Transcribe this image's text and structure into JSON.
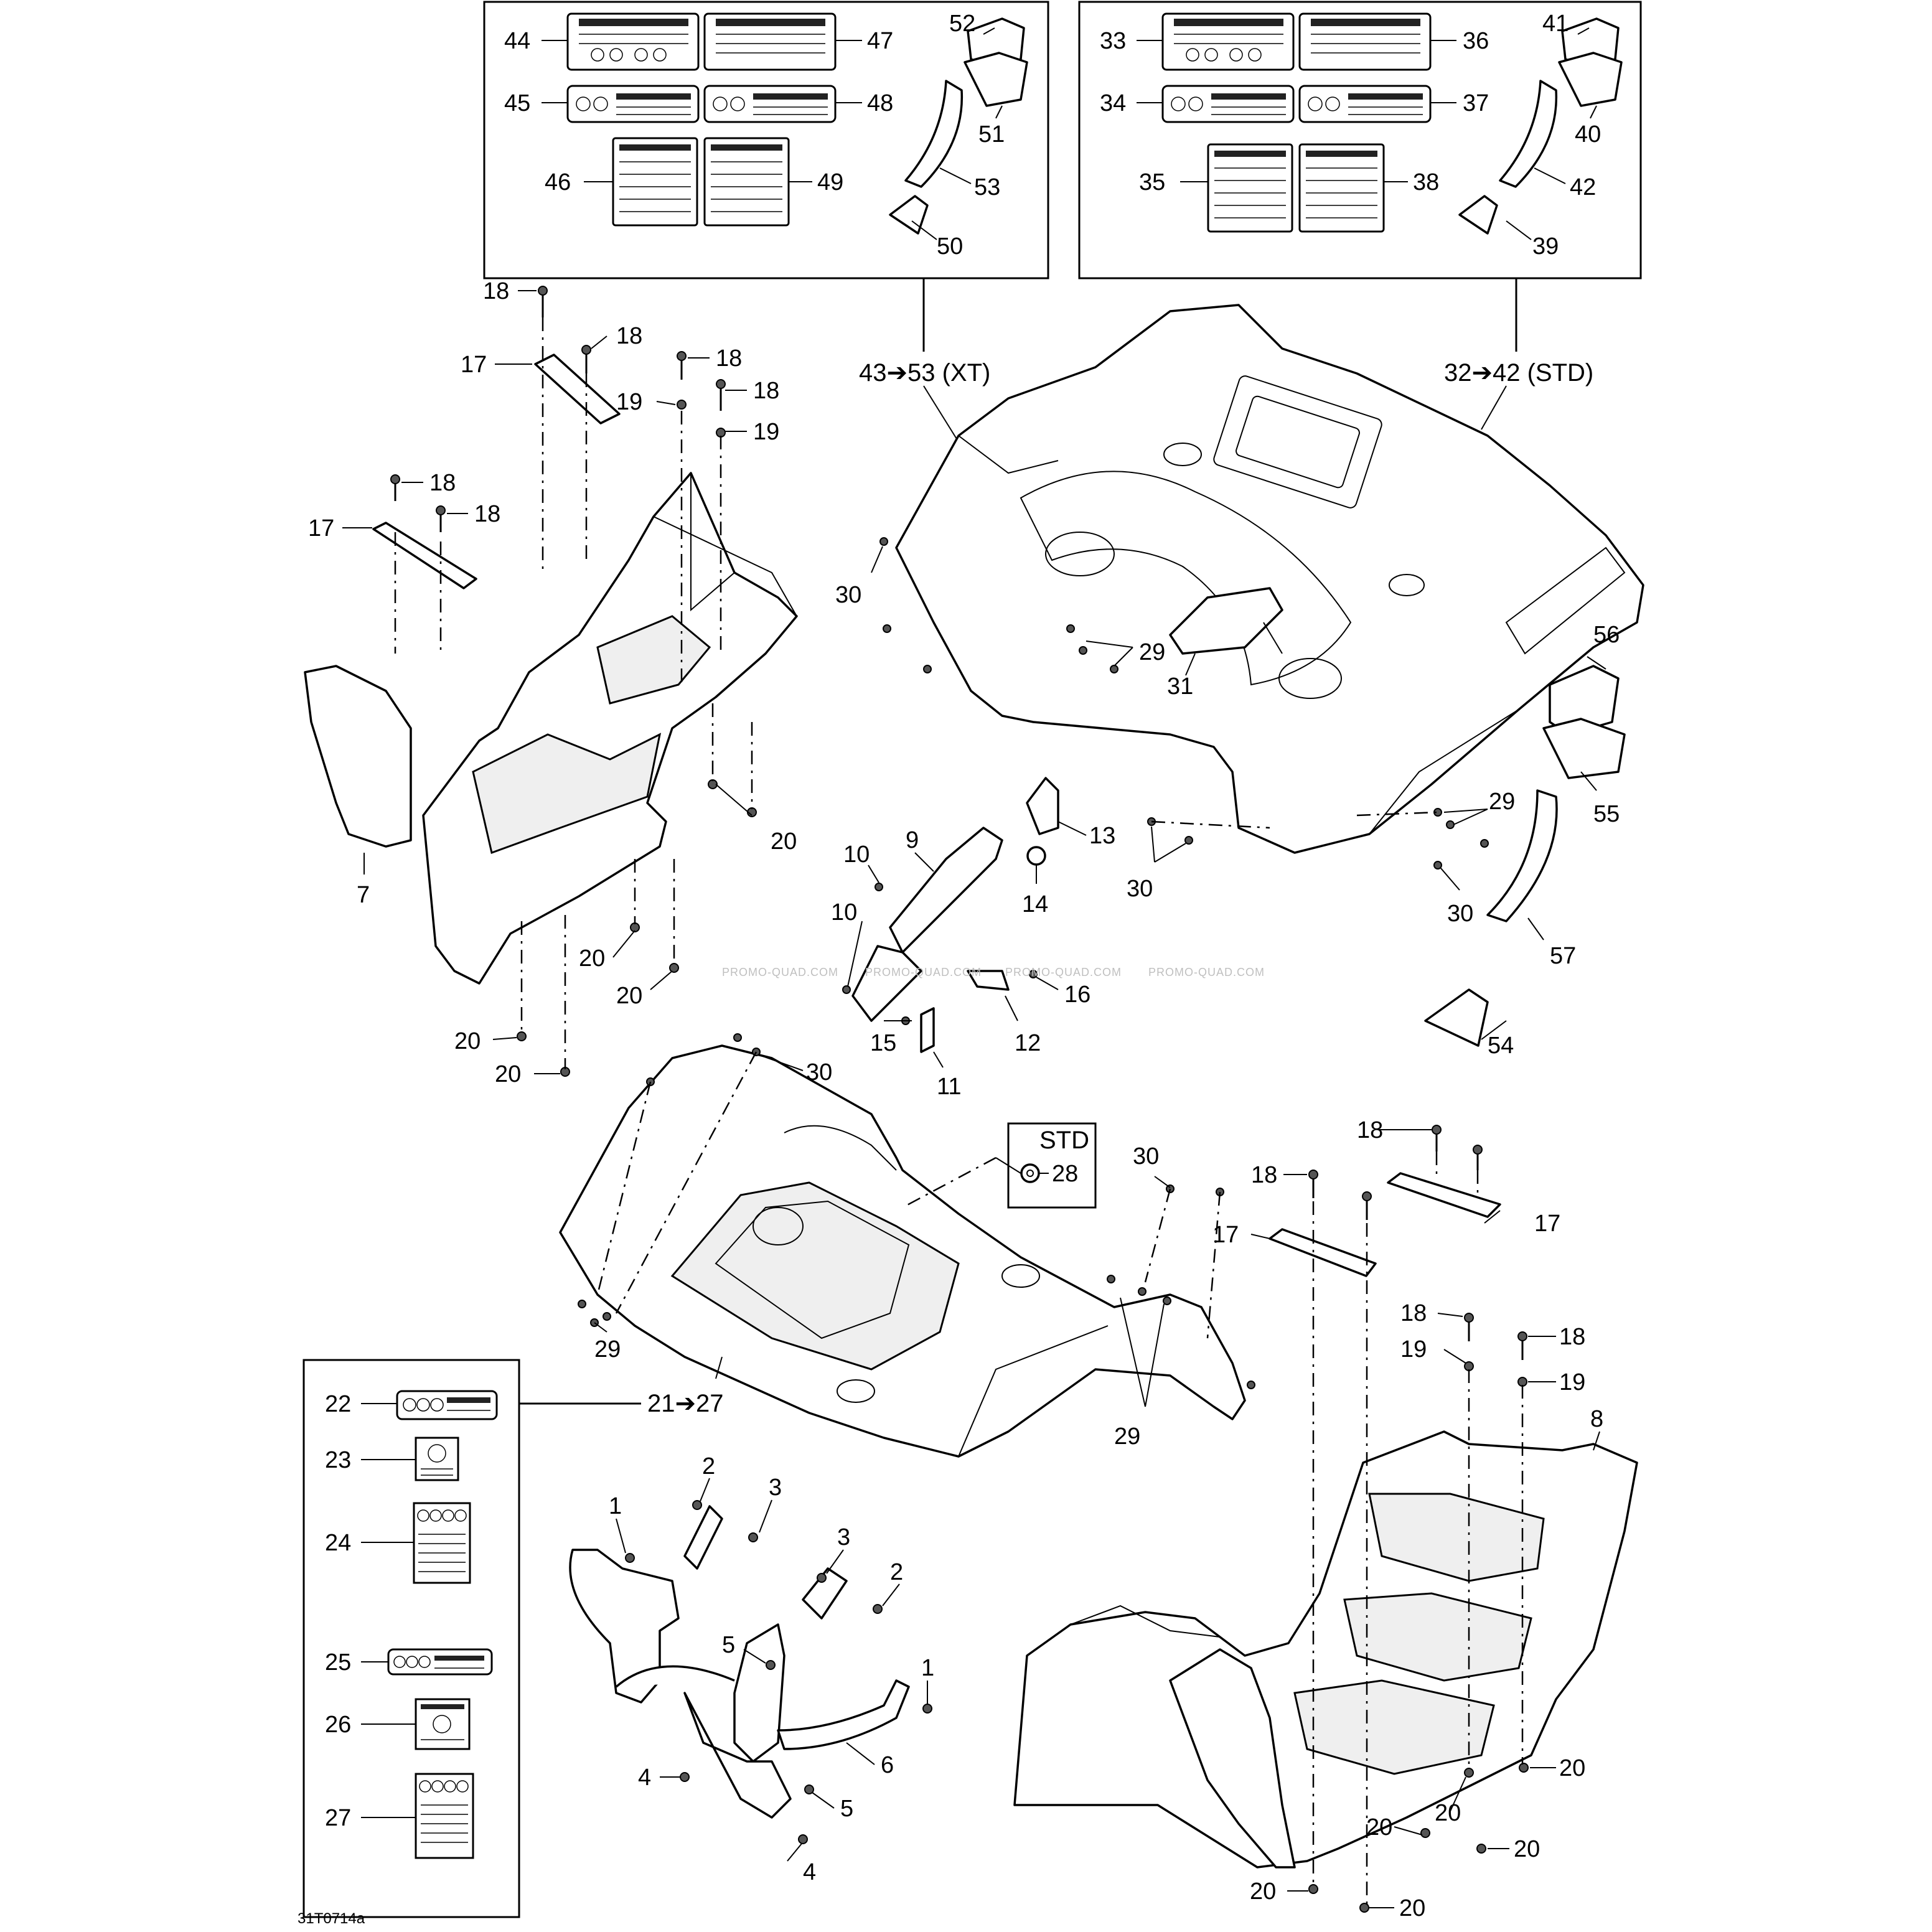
{
  "diagram": {
    "drawing_code": "31T0714a",
    "watermark": "PROMO-QUAD.COM",
    "group_labels": {
      "xt_group": "43➔53 (XT)",
      "std_group": "32➔42 (STD)",
      "decal_group": "21➔27",
      "std_box": "STD"
    },
    "callouts": [
      {
        "id": "c44",
        "text": "44"
      },
      {
        "id": "c47",
        "text": "47"
      },
      {
        "id": "c45",
        "text": "45"
      },
      {
        "id": "c48",
        "text": "48"
      },
      {
        "id": "c46",
        "text": "46"
      },
      {
        "id": "c49",
        "text": "49"
      },
      {
        "id": "c52",
        "text": "52"
      },
      {
        "id": "c51",
        "text": "51"
      },
      {
        "id": "c53",
        "text": "53"
      },
      {
        "id": "c50",
        "text": "50"
      },
      {
        "id": "c33",
        "text": "33"
      },
      {
        "id": "c36",
        "text": "36"
      },
      {
        "id": "c34",
        "text": "34"
      },
      {
        "id": "c37",
        "text": "37"
      },
      {
        "id": "c35",
        "text": "35"
      },
      {
        "id": "c38",
        "text": "38"
      },
      {
        "id": "c41",
        "text": "41"
      },
      {
        "id": "c40",
        "text": "40"
      },
      {
        "id": "c42",
        "text": "42"
      },
      {
        "id": "c39",
        "text": "39"
      },
      {
        "id": "c18a",
        "text": "18"
      },
      {
        "id": "c18b",
        "text": "18"
      },
      {
        "id": "c17a",
        "text": "17"
      },
      {
        "id": "c18c",
        "text": "18"
      },
      {
        "id": "c18d",
        "text": "18"
      },
      {
        "id": "c19a",
        "text": "19"
      },
      {
        "id": "c19b",
        "text": "19"
      },
      {
        "id": "c18e",
        "text": "18"
      },
      {
        "id": "c18f",
        "text": "18"
      },
      {
        "id": "c17b",
        "text": "17"
      },
      {
        "id": "c7",
        "text": "7"
      },
      {
        "id": "c20a",
        "text": "20"
      },
      {
        "id": "c20b",
        "text": "20"
      },
      {
        "id": "c20c",
        "text": "20"
      },
      {
        "id": "c20d",
        "text": "20"
      },
      {
        "id": "c20e",
        "text": "20"
      },
      {
        "id": "c30a",
        "text": "30"
      },
      {
        "id": "c29a",
        "text": "29"
      },
      {
        "id": "c31",
        "text": "31"
      },
      {
        "id": "c56",
        "text": "56"
      },
      {
        "id": "c55",
        "text": "55"
      },
      {
        "id": "c29b",
        "text": "29"
      },
      {
        "id": "c30b",
        "text": "30"
      },
      {
        "id": "c30c",
        "text": "30"
      },
      {
        "id": "c57",
        "text": "57"
      },
      {
        "id": "c54",
        "text": "54"
      },
      {
        "id": "c9",
        "text": "9"
      },
      {
        "id": "c13",
        "text": "13"
      },
      {
        "id": "c10a",
        "text": "10"
      },
      {
        "id": "c14",
        "text": "14"
      },
      {
        "id": "c10b",
        "text": "10"
      },
      {
        "id": "c16",
        "text": "16"
      },
      {
        "id": "c15",
        "text": "15"
      },
      {
        "id": "c12",
        "text": "12"
      },
      {
        "id": "c11",
        "text": "11"
      },
      {
        "id": "c30d",
        "text": "30"
      },
      {
        "id": "c28",
        "text": "28"
      },
      {
        "id": "c30e",
        "text": "30"
      },
      {
        "id": "c29c",
        "text": "29"
      },
      {
        "id": "c29d",
        "text": "29"
      },
      {
        "id": "c22",
        "text": "22"
      },
      {
        "id": "c23",
        "text": "23"
      },
      {
        "id": "c24",
        "text": "24"
      },
      {
        "id": "c25",
        "text": "25"
      },
      {
        "id": "c26",
        "text": "26"
      },
      {
        "id": "c27",
        "text": "27"
      },
      {
        "id": "c1a",
        "text": "1"
      },
      {
        "id": "c2a",
        "text": "2"
      },
      {
        "id": "c3a",
        "text": "3"
      },
      {
        "id": "c3b",
        "text": "3"
      },
      {
        "id": "c2b",
        "text": "2"
      },
      {
        "id": "c5a",
        "text": "5"
      },
      {
        "id": "c1b",
        "text": "1"
      },
      {
        "id": "c6",
        "text": "6"
      },
      {
        "id": "c4a",
        "text": "4"
      },
      {
        "id": "c5b",
        "text": "5"
      },
      {
        "id": "c4b",
        "text": "4"
      },
      {
        "id": "c18g",
        "text": "18"
      },
      {
        "id": "c18h",
        "text": "18"
      },
      {
        "id": "c17c",
        "text": "17"
      },
      {
        "id": "c17d",
        "text": "17"
      },
      {
        "id": "c18i",
        "text": "18"
      },
      {
        "id": "c19c",
        "text": "19"
      },
      {
        "id": "c18j",
        "text": "18"
      },
      {
        "id": "c19d",
        "text": "19"
      },
      {
        "id": "c8",
        "text": "8"
      },
      {
        "id": "c20f",
        "text": "20"
      },
      {
        "id": "c20g",
        "text": "20"
      },
      {
        "id": "c20h",
        "text": "20"
      },
      {
        "id": "c20i",
        "text": "20"
      },
      {
        "id": "c20j",
        "text": "20"
      },
      {
        "id": "c20k",
        "text": "20"
      }
    ]
  }
}
